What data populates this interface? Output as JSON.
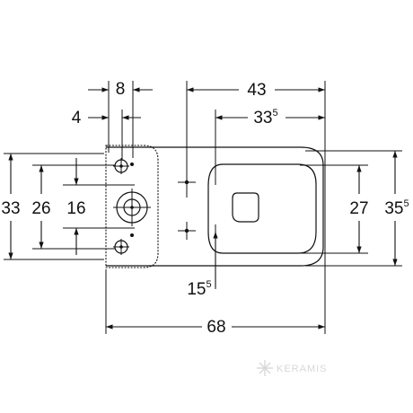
{
  "colors": {
    "line": "#111111",
    "background": "#ffffff",
    "watermark": "#d8d8d8"
  },
  "dimensions": {
    "d8": {
      "base": "8",
      "sup": ""
    },
    "d43": {
      "base": "43",
      "sup": ""
    },
    "d4": {
      "base": "4",
      "sup": ""
    },
    "d335": {
      "base": "33",
      "sup": "5"
    },
    "d33": {
      "base": "33",
      "sup": ""
    },
    "d26": {
      "base": "26",
      "sup": ""
    },
    "d16": {
      "base": "16",
      "sup": ""
    },
    "d27": {
      "base": "27",
      "sup": ""
    },
    "d355": {
      "base": "35",
      "sup": "5"
    },
    "d155": {
      "base": "15",
      "sup": "5"
    },
    "d68": {
      "base": "68",
      "sup": ""
    }
  },
  "watermark": {
    "text": "KERAMIS",
    "icon": "snowflake-logo-icon"
  }
}
